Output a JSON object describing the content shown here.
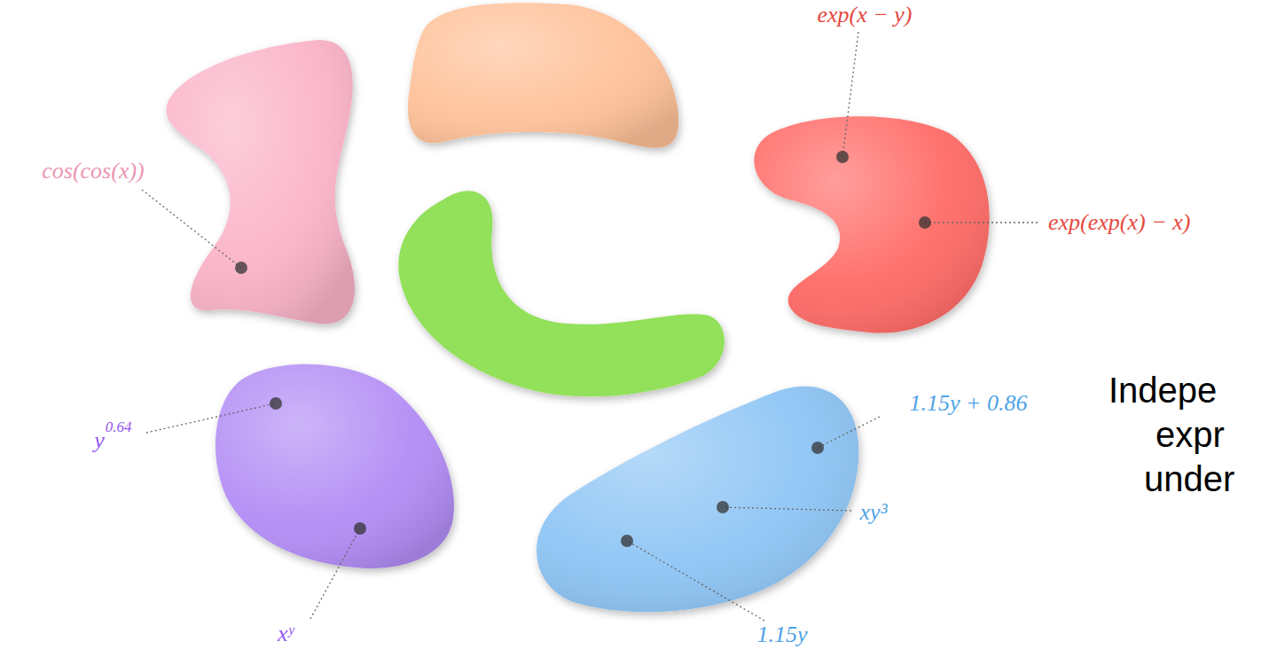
{
  "diagram": {
    "labels": [
      "exp(x − y)",
      "cos(cos(x))",
      "exp(exp(x) − x)",
      "Indepe",
      "1.15y + 0.86",
      "expr",
      "y",
      "0.64",
      "under",
      "xy³",
      "xʸ",
      "1.15y"
    ]
  }
}
